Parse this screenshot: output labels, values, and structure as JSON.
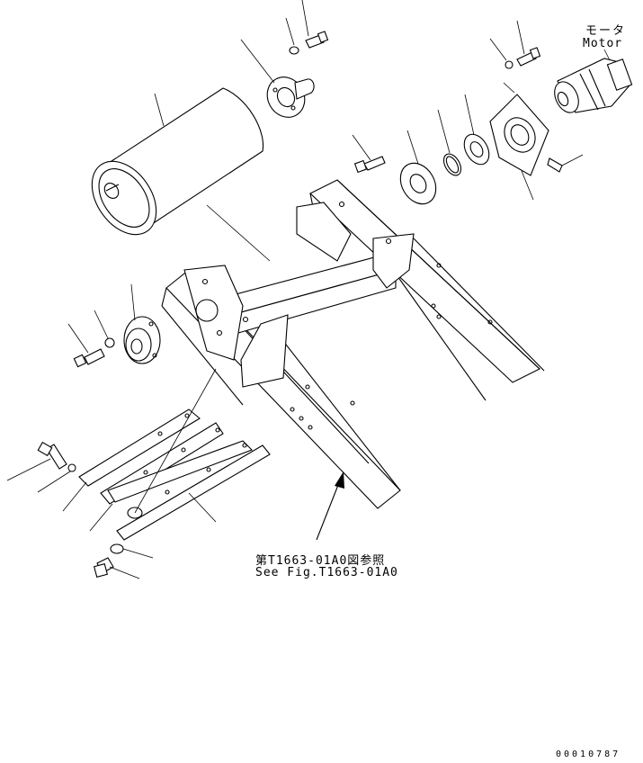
{
  "labels": {
    "motor_jp": "モータ",
    "motor_en": "Motor",
    "reference_jp": "第T1663-01A0図参照",
    "reference_en": "See Fig.T1663-01A0",
    "document_number": "00010787"
  }
}
